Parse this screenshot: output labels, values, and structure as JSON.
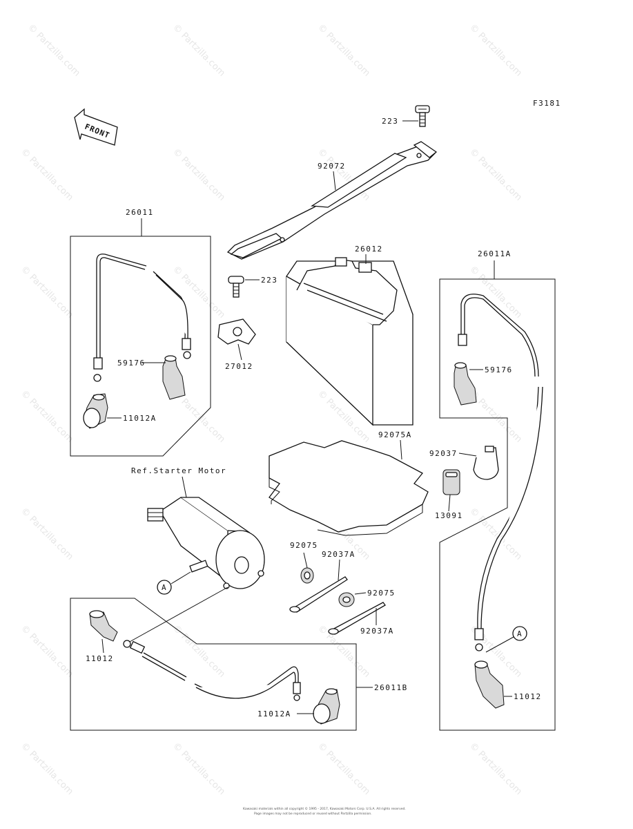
{
  "figure_code": "F3181",
  "front_arrow": "FRONT",
  "watermark": "© Partzilla.com",
  "labels": {
    "p223_top": "223",
    "p92072": "92072",
    "p26011": "26011",
    "p26012": "26012",
    "p223_mid": "223",
    "p27012": "27012",
    "p59176_left": "59176",
    "p11012A_left": "11012A",
    "p26011A": "26011A",
    "p59176_right": "59176",
    "p92075A": "92075A",
    "p92037": "92037",
    "p13091": "13091",
    "ref_starter": "Ref.Starter Motor",
    "callout_a_left": "A",
    "p92075_top": "92075",
    "p92037A_top": "92037A",
    "p92075_bottom": "92075",
    "p92037A_bottom": "92037A",
    "p11012_left": "11012",
    "p26011B": "26011B",
    "p11012A_bottom": "11012A",
    "callout_a_right": "A",
    "p11012_right": "11012"
  },
  "footer": {
    "line1": "Kawasaki materials within all copyright © 1995 - 2017, Kawasaki Motors Corp. U.S.A. All rights reserved.",
    "line2": "Page images may not be reproduced or reused without Partzilla permission."
  }
}
